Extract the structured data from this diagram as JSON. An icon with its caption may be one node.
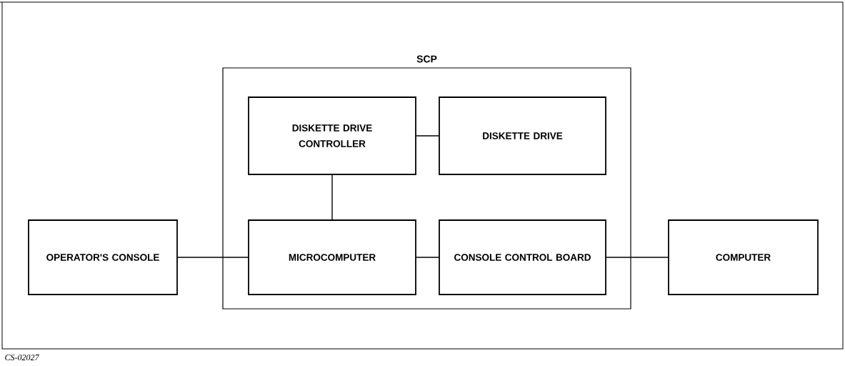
{
  "diagram": {
    "nodes": [
      {
        "text": [
          "SCP"
        ]
      },
      {
        "text": [
          "DISKETTE DRIVE CONTROLLER"
        ],
        "in": 0
      },
      {
        "text": [
          "DISKETTE DRIVE"
        ],
        "in": 0
      },
      {
        "text": [
          "OPERATOR'S CONSOLE"
        ]
      },
      {
        "text": [
          "MICROCOMPUTER"
        ],
        "in": 0
      },
      {
        "text": [
          "CONSOLE CONTROL BOARD"
        ],
        "in": 0
      },
      {
        "text": [
          "COMPUTER"
        ]
      }
    ],
    "edges": [
      {
        "from": 1,
        "to": 2,
        "arrow": "none"
      },
      {
        "from": 1,
        "to": 4,
        "arrow": "none"
      },
      {
        "from": 3,
        "to": 4,
        "arrow": "none"
      },
      {
        "from": 4,
        "to": 5,
        "arrow": "none"
      },
      {
        "from": 5,
        "to": 6,
        "arrow": "none"
      }
    ],
    "labels": [
      "CS-02027"
    ]
  }
}
